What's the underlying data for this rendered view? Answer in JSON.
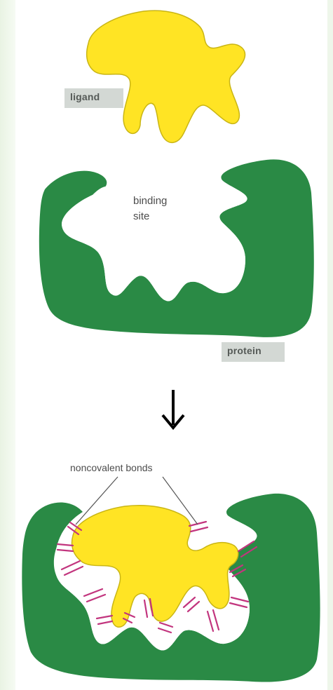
{
  "labels": {
    "ligand": "ligand",
    "binding_site_line1": "binding",
    "binding_site_line2": "site",
    "protein": "protein",
    "noncovalent_bonds": "noncovalent bonds"
  },
  "colors": {
    "ligand": "#ffe424",
    "protein": "#2a8a45",
    "bond": "#c2357e",
    "arrow": "#000000"
  },
  "icons": {
    "arrow": "down-arrow-icon"
  }
}
